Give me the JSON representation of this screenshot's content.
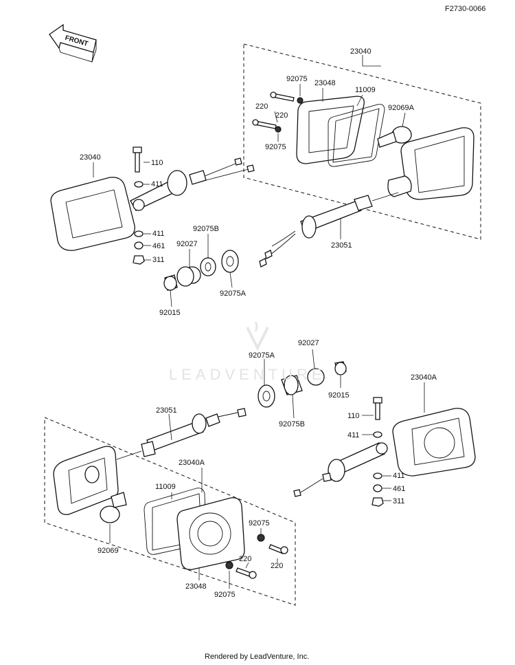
{
  "diagram_code": "F2730-0066",
  "front_label": "FRONT",
  "watermark": "LEADVENTURE",
  "footer": "Rendered by LeadVenture, Inc.",
  "parts": {
    "p_23040_top": "23040",
    "p_92075_a": "92075",
    "p_23048_a": "23048",
    "p_11009_a": "11009",
    "p_220_a": "220",
    "p_220_b": "220",
    "p_92069A": "92069A",
    "p_92075_b": "92075",
    "p_23040_left": "23040",
    "p_110_a": "110",
    "p_411_a": "411",
    "p_411_b": "411",
    "p_461_a": "461",
    "p_311_a": "311",
    "p_92075B_a": "92075B",
    "p_92027_a": "92027",
    "p_92075A_a": "92075A",
    "p_92015_a": "92015",
    "p_23051_a": "23051",
    "p_92075A_b": "92075A",
    "p_92027_b": "92027",
    "p_92015_b": "92015",
    "p_92075B_b": "92075B",
    "p_23040A_right": "23040A",
    "p_110_b": "110",
    "p_411_c": "411",
    "p_411_d": "411",
    "p_461_b": "461",
    "p_311_b": "311",
    "p_23051_b": "23051",
    "p_23040A_mid": "23040A",
    "p_11009_b": "11009",
    "p_92075_c": "92075",
    "p_220_c": "220",
    "p_220_d": "220",
    "p_92069": "92069",
    "p_23048_b": "23048",
    "p_92075_d": "92075"
  }
}
